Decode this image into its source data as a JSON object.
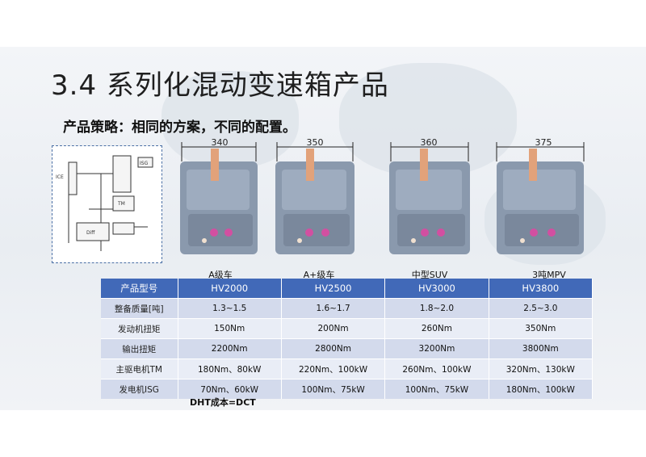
{
  "slide": {
    "title": "3.4 系列化混动变速箱产品",
    "subtitle": "产品策略：相同的方案，不同的配置。",
    "footnote": "DHT成本=DCT"
  },
  "schematic": {
    "labels": [
      "ICE",
      "ISG",
      "TM",
      "Diff"
    ]
  },
  "products": [
    {
      "dimension": "340",
      "category": "A级车"
    },
    {
      "dimension": "350",
      "category": "A+级车"
    },
    {
      "dimension": "360",
      "category": "中型SUV"
    },
    {
      "dimension": "375",
      "category": "3吨MPV"
    }
  ],
  "table": {
    "header": [
      "产品型号",
      "HV2000",
      "HV2500",
      "HV3000",
      "HV3800"
    ],
    "rows": [
      [
        "整备质量[吨]",
        "1.3~1.5",
        "1.6~1.7",
        "1.8~2.0",
        "2.5~3.0"
      ],
      [
        "发动机扭矩",
        "150Nm",
        "200Nm",
        "260Nm",
        "350Nm"
      ],
      [
        "输出扭矩",
        "2200Nm",
        "2800Nm",
        "3200Nm",
        "3800Nm"
      ],
      [
        "主驱电机TM",
        "180Nm、80kW",
        "220Nm、100kW",
        "260Nm、100kW",
        "320Nm、130kW"
      ],
      [
        "发电机ISG",
        "70Nm、60kW",
        "100Nm、75kW",
        "100Nm、75kW",
        "180Nm、100kW"
      ]
    ]
  },
  "colors": {
    "header_blue": "#4169b8",
    "row_light": "#e9edf6",
    "row_mid": "#d3daec",
    "gearbox_body": "#8a99ad"
  }
}
